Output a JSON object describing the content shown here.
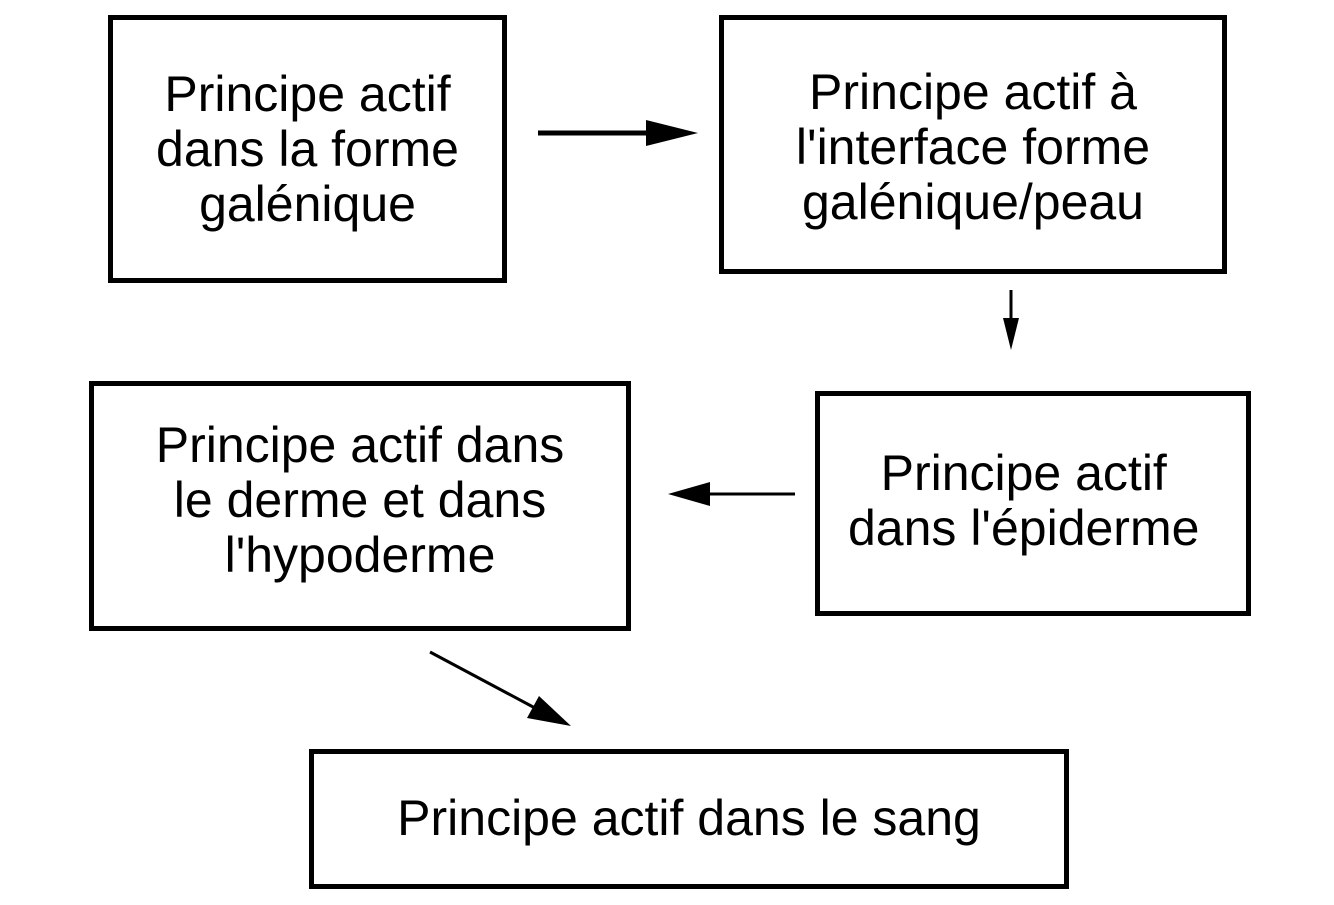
{
  "nodes": {
    "forme": {
      "lines": [
        "Principe actif",
        "dans la forme",
        "galénique"
      ]
    },
    "interface": {
      "lines": [
        "Principe actif à",
        "l'interface forme",
        "galénique/peau"
      ]
    },
    "epiderme": {
      "lines": [
        "Principe actif",
        "dans l'épiderme"
      ]
    },
    "derme": {
      "lines": [
        "Principe actif dans",
        "le derme et dans",
        "l'hypoderme"
      ]
    },
    "sang": {
      "lines": [
        "Principe actif dans le sang"
      ]
    }
  },
  "edges": [
    {
      "from": "forme",
      "to": "interface"
    },
    {
      "from": "interface",
      "to": "epiderme"
    },
    {
      "from": "epiderme",
      "to": "derme"
    },
    {
      "from": "derme",
      "to": "sang"
    }
  ]
}
